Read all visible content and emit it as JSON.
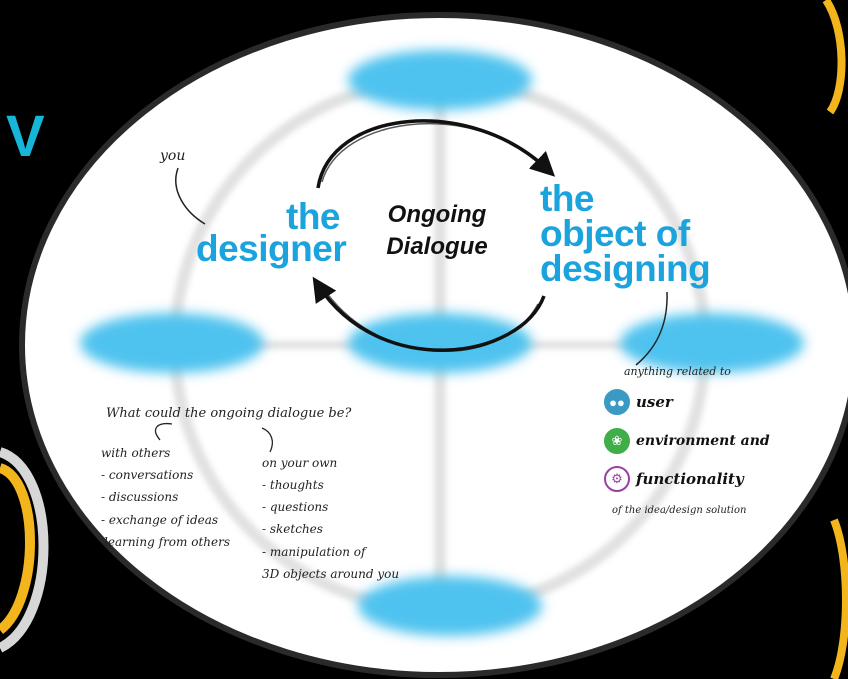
{
  "colors": {
    "background": "#000000",
    "oval": "#ffffff",
    "accent_cyan": "#1aa3dc",
    "bubble": "#4fc3ef",
    "ring_yellow": "#f3b51c",
    "user_icon": "#3a9ac4",
    "environment_icon": "#3fae49",
    "functionality_icon": "#9b3fa2"
  },
  "side_letter": "V",
  "labels": {
    "you": "you",
    "designer_line1": "the",
    "designer_line2": "designer",
    "dialogue_line1": "Ongoing",
    "dialogue_line2": "Dialogue",
    "object_line1": "the",
    "object_line2": "object of",
    "object_line3": "designing"
  },
  "related": {
    "heading": "anything related to",
    "items": [
      {
        "label": "user",
        "icon": "users-icon"
      },
      {
        "label": "environment and",
        "icon": "plant-icon"
      },
      {
        "label": "functionality",
        "icon": "gears-icon"
      }
    ],
    "footer": "of the idea/design solution"
  },
  "question": {
    "heading": "What could the ongoing dialogue be?",
    "with_others": {
      "title": "with others",
      "items": [
        "- conversations",
        "- discussions",
        "- exchange of ideas",
        "learning from others"
      ]
    },
    "on_your_own": {
      "title": "on your own",
      "items": [
        "- thoughts",
        "- questions",
        "- sketches",
        "- manipulation of",
        "3D objects around you"
      ]
    }
  }
}
